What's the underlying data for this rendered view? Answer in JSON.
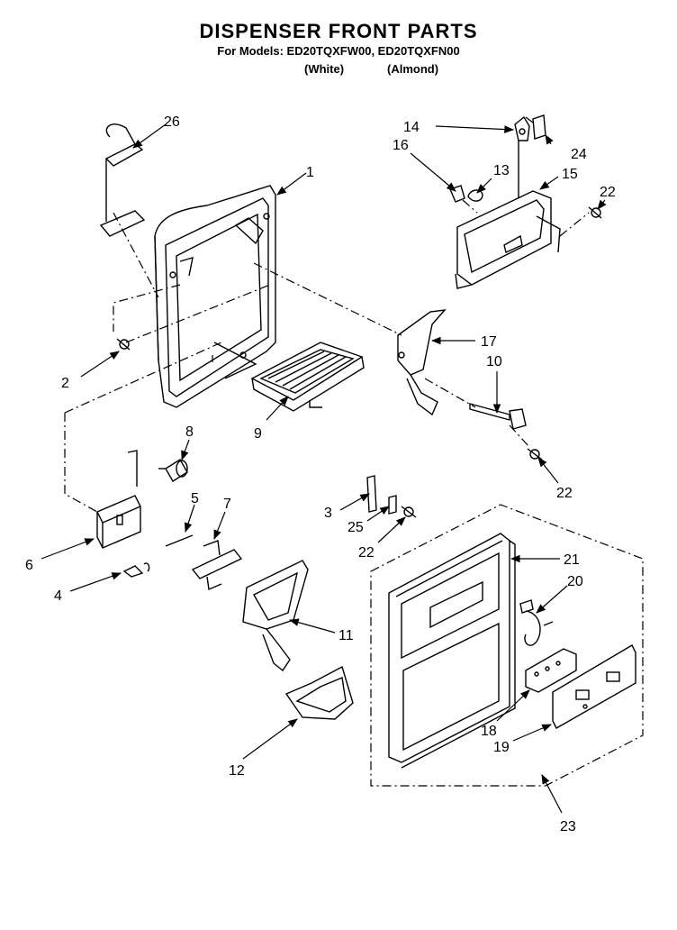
{
  "header": {
    "title": "DISPENSER FRONT PARTS",
    "models": "For Models: ED20TQXFW00, ED20TQXFN00",
    "variant_white": "(White)",
    "variant_almond": "(Almond)"
  },
  "callouts": {
    "c1": "1",
    "c2": "2",
    "c3": "3",
    "c4": "4",
    "c5": "5",
    "c6": "6",
    "c7": "7",
    "c8": "8",
    "c9": "9",
    "c10": "10",
    "c11": "11",
    "c12": "12",
    "c13": "13",
    "c14": "14",
    "c15": "15",
    "c16": "16",
    "c17": "17",
    "c18": "18",
    "c19": "19",
    "c20": "20",
    "c21": "21",
    "c22a": "22",
    "c22b": "22",
    "c22c": "22",
    "c23": "23",
    "c24": "24",
    "c25": "25",
    "c26": "26"
  }
}
